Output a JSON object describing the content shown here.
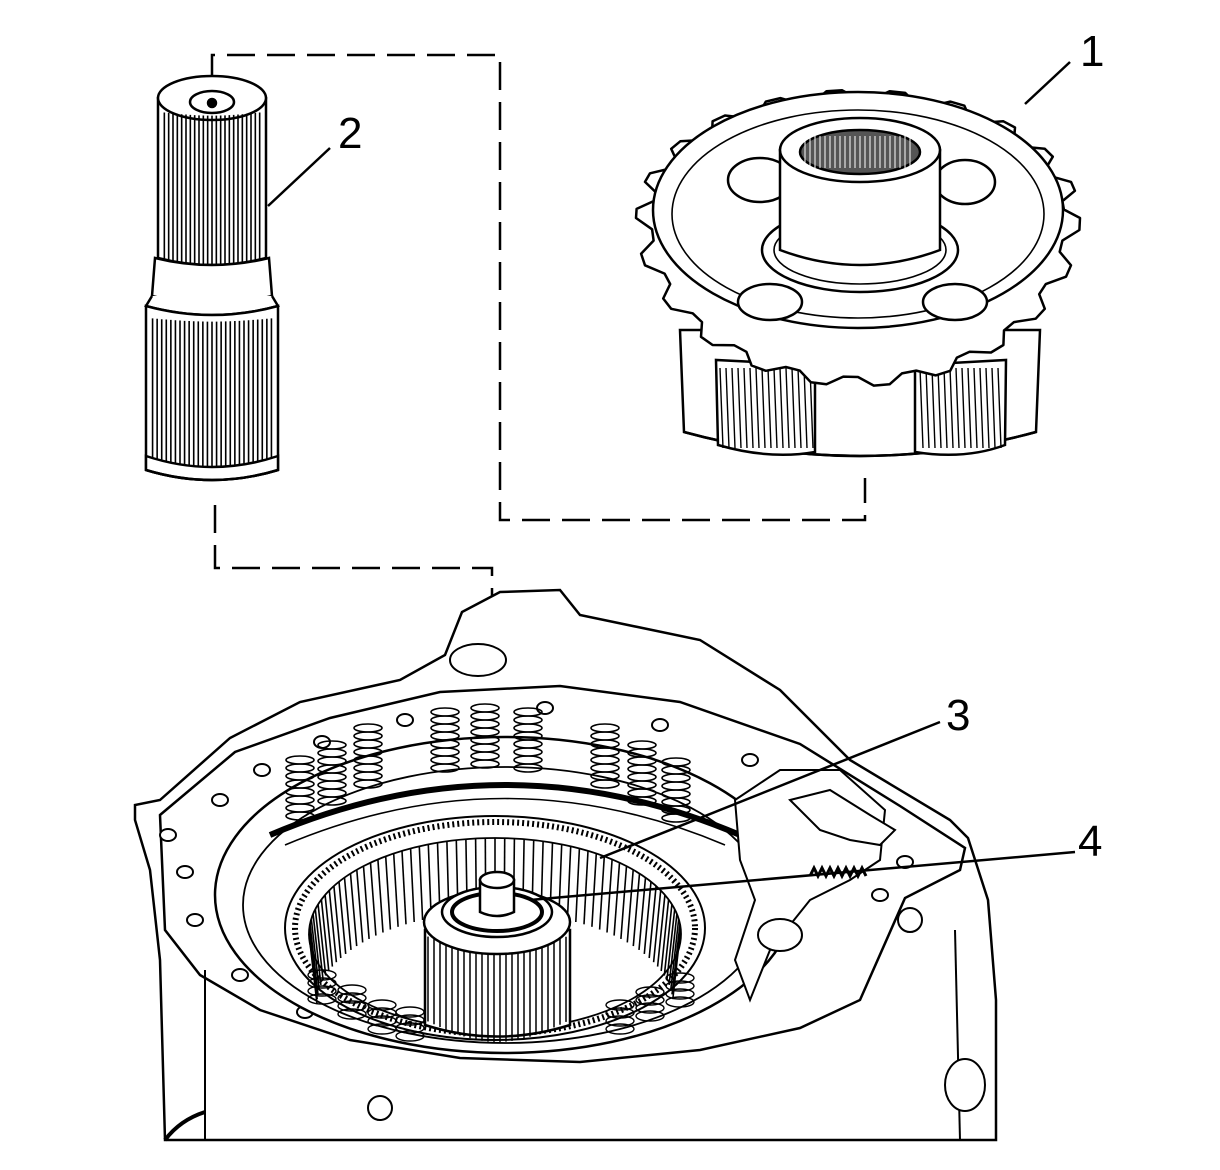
{
  "callouts": [
    {
      "id": "1",
      "label": "1"
    },
    {
      "id": "2",
      "label": "2"
    },
    {
      "id": "3",
      "label": "3"
    },
    {
      "id": "4",
      "label": "4"
    }
  ],
  "colors": {
    "ink": "#000000",
    "paper": "#ffffff",
    "shade": "#d9d9d9",
    "shade_dark": "#9a9a9a"
  }
}
